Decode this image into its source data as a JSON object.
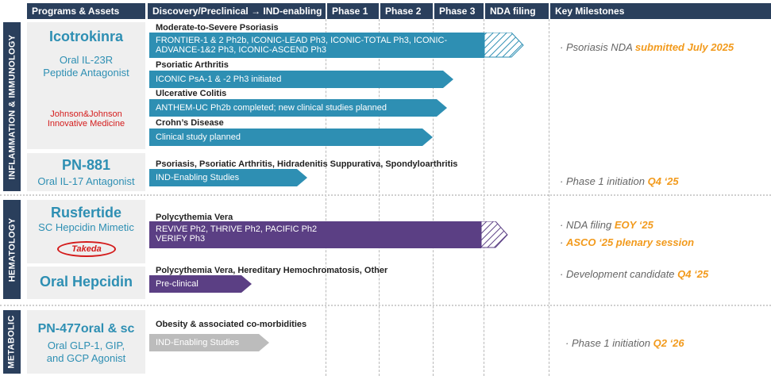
{
  "header": {
    "col_assets": "Programs & Assets",
    "col_discovery": "Discovery/Preclinical → IND-enabling",
    "col_phase1": "Phase 1",
    "col_phase2": "Phase 2",
    "col_phase3": "Phase 3",
    "col_nda": "NDA filing",
    "col_milestones": "Key Milestones"
  },
  "sections": {
    "immunology": "INFLAMMATION & IMMUNOLOGY",
    "hematology": "HEMATOLOGY",
    "metabolic": "METABOLIC"
  },
  "colors": {
    "header_bg": "#2a3f5c",
    "bar_blue": "#2e8fb3",
    "bar_purple": "#5b3f84",
    "bar_gray": "#bcbcbc",
    "highlight": "#f29a1c"
  },
  "assets": {
    "icotrokinra": {
      "name": "Icotrokinra",
      "desc1": "Oral IL-23R",
      "desc2": "Peptide Antagonist",
      "partner1": "Johnson&Johnson",
      "partner2": "Innovative Medicine"
    },
    "pn881": {
      "name": "PN-881",
      "desc": "Oral IL-17 Antagonist"
    },
    "rusfertide": {
      "name": "Rusfertide",
      "desc": "SC Hepcidin Mimetic",
      "partner": "Takeda"
    },
    "oral_hepcidin": {
      "name": "Oral Hepcidin"
    },
    "pn477": {
      "name": "PN-477oral & sc",
      "desc1": "Oral GLP-1, GIP,",
      "desc2": "and GCP Agonist"
    }
  },
  "programs": {
    "psoriasis": {
      "indication": "Moderate-to-Severe Psoriasis",
      "line1": "FRONTIER-1 & 2 Ph2b, ICONIC-LEAD Ph3, ICONIC-TOTAL Ph3, ICONIC-",
      "line2": "ADVANCE-1&2 Ph3, ICONIC-ASCEND Ph3"
    },
    "psa": {
      "indication": "Psoriatic Arthritis",
      "line1": "ICONIC PsA-1 & -2 Ph3 initiated"
    },
    "uc": {
      "indication": "Ulcerative Colitis",
      "line1": "ANTHEM-UC Ph2b completed; new clinical studies planned"
    },
    "crohns": {
      "indication": "Crohn’s Disease",
      "line1": "Clinical study planned"
    },
    "pn881": {
      "indication": "Psoriasis, Psoriatic Arthritis, Hidradenitis Suppurativa, Spondyloarthritis",
      "line1": "IND-Enabling Studies"
    },
    "pv": {
      "indication": "Polycythemia Vera",
      "line1": "REVIVE Ph2, THRIVE Ph2, PACIFIC Ph2",
      "line2": "VERIFY Ph3"
    },
    "oral_hep": {
      "indication": "Polycythemia Vera, Hereditary Hemochromatosis, Other",
      "line1": "Pre-clinical"
    },
    "pn477": {
      "indication": "Obesity & associated co-morbidities",
      "line1": "IND-Enabling Studies"
    }
  },
  "milestones": {
    "m1_pre": "Psoriasis NDA ",
    "m1_hl": "submitted July 2025",
    "m2_pre": "Phase 1 initiation ",
    "m2_hl": "Q4 ‘25",
    "m3_pre": "NDA filing ",
    "m3_hl": "EOY ‘25",
    "m4_hl": "ASCO ‘25 plenary session",
    "m5_pre": "Development candidate ",
    "m5_hl": "Q4 ‘25",
    "m6_pre": "Phase 1 initiation ",
    "m6_hl": "Q2 ‘26"
  }
}
